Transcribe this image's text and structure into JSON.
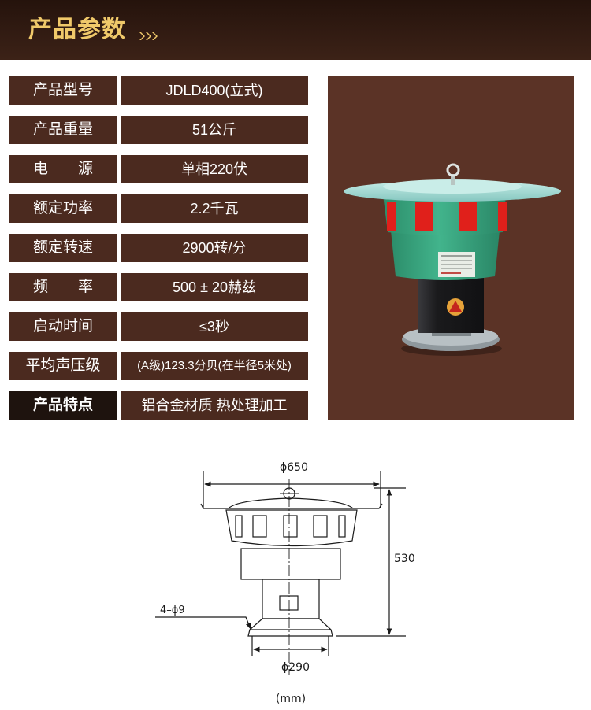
{
  "header": {
    "title": "产品参数",
    "arrow_icon": "triple-chevron-right-icon",
    "title_color": "#f0c96a"
  },
  "specs": [
    {
      "label": "产品型号",
      "value": "JDLD400(立式)"
    },
    {
      "label": "产品重量",
      "value": "51公斤"
    },
    {
      "label": "电　　源",
      "value": "单相220伏"
    },
    {
      "label": "额定功率",
      "value": "2.2千瓦"
    },
    {
      "label": "额定转速",
      "value": "2900转/分"
    },
    {
      "label": "频　　率",
      "value": "500 ± 20赫兹"
    },
    {
      "label": "启动时间",
      "value": "≤3秒"
    },
    {
      "label": "平均声压级",
      "value": "(A级)123.3分贝(在半径5米处)"
    },
    {
      "label": "产品特点",
      "value": "铝合金材质 热处理加工"
    }
  ],
  "product_photo": {
    "icon": "electric-siren-photo"
  },
  "drawing": {
    "top_diameter": "ϕ650",
    "height": "530",
    "holes": "4–ϕ9",
    "base_diameter": "ϕ290",
    "unit": "(mm)"
  },
  "colors": {
    "header_bg": "#2f1a11",
    "cell_bg": "#4b2a1f",
    "photo_bg": "#5b3326",
    "siren_green": "#37a47e",
    "siren_red": "#e0201b",
    "text": "#ffffff"
  }
}
